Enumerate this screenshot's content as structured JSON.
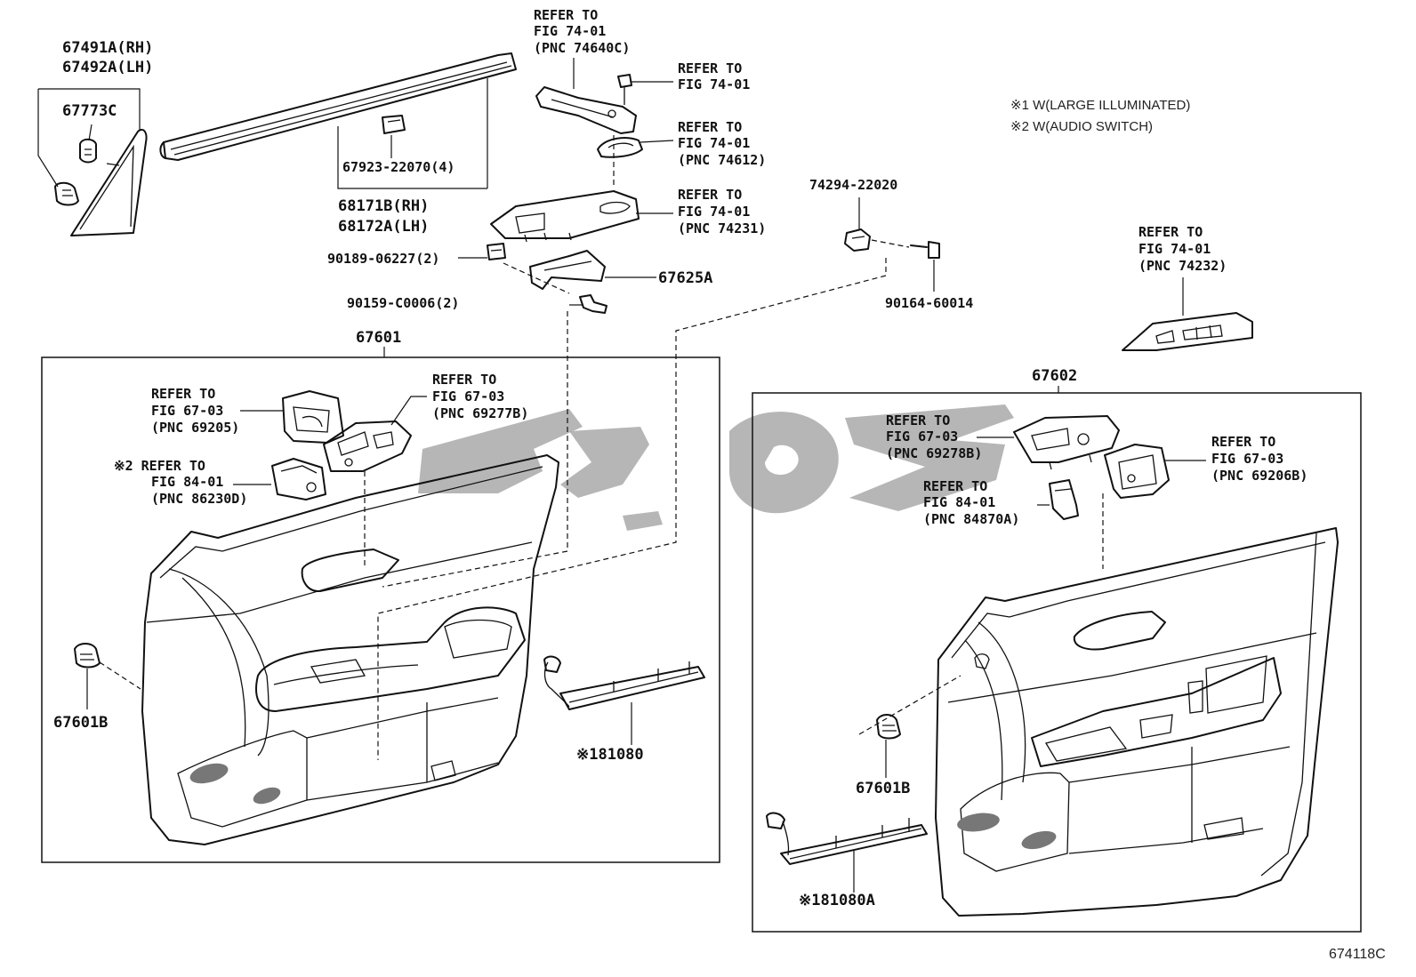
{
  "notes": {
    "note1": "※1 W(LARGE ILLUMINATED)",
    "note2": "※2 W(AUDIO SWITCH)"
  },
  "figure_id": "674118C",
  "labels": {
    "p67491A": "67491A(RH)",
    "p67492A": "67492A(LH)",
    "p67773C": "67773C",
    "p67923": "67923-22070(4)",
    "p68171B": "68171B(RH)",
    "p68172A": "68172A(LH)",
    "ref74640C_1": "REFER TO",
    "ref74640C_2": "FIG 74-01",
    "ref74640C_3": "(PNC 74640C)",
    "ref7401a_1": "REFER TO",
    "ref7401a_2": "FIG 74-01",
    "ref74612_1": "REFER TO",
    "ref74612_2": "FIG 74-01",
    "ref74612_3": "(PNC 74612)",
    "ref74231_1": "REFER TO",
    "ref74231_2": "FIG 74-01",
    "ref74231_3": "(PNC 74231)",
    "p74294": "74294-22020",
    "p90164": "90164-60014",
    "p90189": "90189-06227(2)",
    "p67625A": "67625A",
    "p90159": "90159-C0006(2)",
    "ref74232_1": "REFER TO",
    "ref74232_2": "FIG 74-01",
    "ref74232_3": "(PNC 74232)",
    "p67601": "67601",
    "p67602": "67602",
    "ref69205_1": "REFER TO",
    "ref69205_2": "FIG 67-03",
    "ref69205_3": "(PNC 69205)",
    "ref69277B_1": "REFER TO",
    "ref69277B_2": "FIG 67-03",
    "ref69277B_3": "(PNC 69277B)",
    "ref86230D_1": "※2 REFER TO",
    "ref86230D_2": "FIG 84-01",
    "ref86230D_3": "(PNC 86230D)",
    "p67601B_left": "67601B",
    "p81080": "※181080",
    "ref69278B_1": "REFER TO",
    "ref69278B_2": "FIG 67-03",
    "ref69278B_3": "(PNC 69278B)",
    "ref69206B_1": "REFER TO",
    "ref69206B_2": "FIG 67-03",
    "ref69206B_3": "(PNC 69206B)",
    "ref84870A_1": "REFER TO",
    "ref84870A_2": "FIG 84-01",
    "ref84870A_3": "(PNC 84870A)",
    "p67601B_right": "67601B",
    "p81080A": "※181080A"
  }
}
